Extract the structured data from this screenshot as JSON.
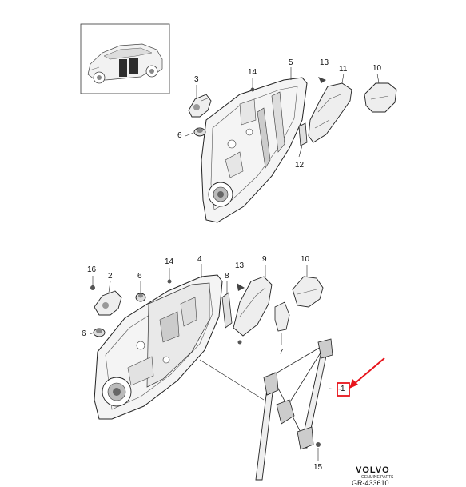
{
  "callouts": {
    "upper": [
      "3",
      "6",
      "14",
      "5",
      "13",
      "11",
      "10",
      "12"
    ],
    "lower": [
      "16",
      "2",
      "6",
      "14",
      "4",
      "8",
      "13",
      "9",
      "10",
      "6",
      "7",
      "1",
      "15"
    ]
  },
  "brand": {
    "name": "VOLVO",
    "sub": "GENUINE PARTS",
    "code": "GR-433610"
  },
  "colors": {
    "line": "#222222",
    "highlight": "#e8141c",
    "part_fill": "#f4f4f4",
    "part_shade": "#9a9a9a",
    "car_shade": "#3a3a3a"
  },
  "highlight": {
    "callout": "1",
    "arrow": "red-arrow-pointer"
  }
}
